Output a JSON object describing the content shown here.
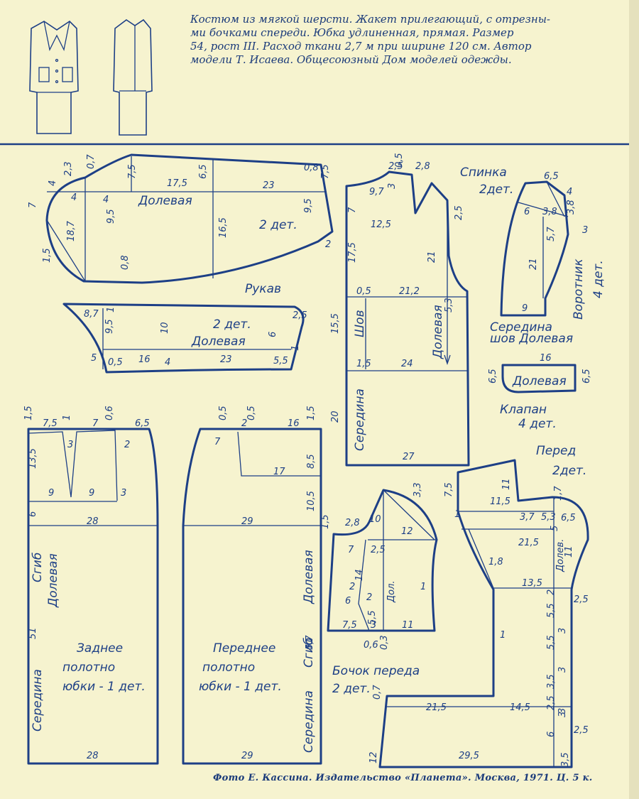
{
  "description_lines": [
    "Костюм из мягкой шерсти. Жакет прилегающий, с отрезны-",
    "ми бочками спереди. Юбка удлиненная, прямая. Размер",
    "54, рост III. Расход ткани 2,7 м при ширине 120 см. Автор",
    "модели Т. Исаева. Общесоюзный Дом моделей одежды."
  ],
  "footer": "Фото Е. Кассина. Издательство «Планета». Москва, 1971. Ц. 5 к.",
  "colors": {
    "ink": "#1d3f86",
    "paper": "#f6f3cf"
  },
  "pieces": {
    "sleeve_upper": {
      "grain": "Долевая",
      "count": "2 дет.",
      "name": "Рукав",
      "nums": [
        "4",
        "2,3",
        "0,7",
        "7,5",
        "17,5",
        "6,5",
        "23",
        "0,8",
        "7,5",
        "7",
        "4",
        "4",
        "9,5",
        "18,7",
        "16,5",
        "9,5",
        "2",
        "1,5",
        "0,8"
      ]
    },
    "sleeve_lower": {
      "count": "2 дет.",
      "grain": "Долевая",
      "nums": [
        "8,7",
        "1",
        "9,5",
        "10",
        "2,5",
        "6",
        "5",
        "0,5",
        "16",
        "4",
        "23",
        "5,5",
        "1"
      ]
    },
    "back": {
      "title": "Спинка",
      "count": "2дет.",
      "seam": "Шов",
      "grain": "Долевая",
      "middle": "Середина",
      "nums": [
        "2,5",
        "0,5",
        "2,8",
        "9,7",
        "3",
        "7",
        "2,5",
        "12,5",
        "17,5",
        "21",
        "0,5",
        "21,2",
        "5,3",
        "15,5",
        "1,5",
        "24",
        "20",
        "27"
      ]
    },
    "collar": {
      "title": "Воротник",
      "count": "4 дет.",
      "middle": "Середина",
      "seam": "шов Долевая",
      "nums": [
        "6,5",
        "4",
        "6",
        "3,8",
        "3,8",
        "3",
        "5,7",
        "21",
        "9"
      ]
    },
    "flap": {
      "grain": "Долевая",
      "title": "Клапан",
      "count": "4 дет.",
      "nums": [
        "16",
        "6,5",
        "6,5"
      ]
    },
    "skirt_back": {
      "fold": "Сгиб",
      "grain": "Долевая",
      "middle": "Середина",
      "title_lines": [
        "Заднее",
        "полотно",
        "юбки - 1 дет."
      ],
      "nums": [
        "1,5",
        "7,5",
        "1",
        "7",
        "0,6",
        "6,5",
        "3",
        "2",
        "13,5",
        "9",
        "9",
        "3",
        "6",
        "28",
        "51",
        "28"
      ]
    },
    "skirt_front": {
      "fold": "Сгиб",
      "grain": "Долевая",
      "middle": "Середина",
      "fold_num": "51",
      "title_lines": [
        "Переднее",
        "полотно",
        "юбки - 1 дет."
      ],
      "nums": [
        "0,5",
        "2",
        "0,5",
        "16",
        "1,5",
        "7",
        "17",
        "8,5",
        "10,5",
        "29",
        "29"
      ]
    },
    "side": {
      "title_lines": [
        "Бочок переда",
        "2 дет."
      ],
      "grain": "Дол.",
      "nums": [
        "3,3",
        "1,5",
        "2,8",
        "10",
        "12",
        "7",
        "2,5",
        "14",
        "2",
        "2",
        "6",
        "1",
        "7,5",
        "3",
        "5,5",
        "11",
        "0,7",
        "0,6",
        "0,3"
      ]
    },
    "front": {
      "title_lines": [
        "Перед",
        "2дет."
      ],
      "grain": "Долев.",
      "nums": [
        "7,5",
        "11",
        "1,7",
        "11,5",
        "1",
        "3,7",
        "5,3",
        "6,5",
        "5",
        "21,5",
        "1,8",
        "11",
        "13,5",
        "2,5",
        "2",
        "5,5",
        "3",
        "1",
        "5,5",
        "3",
        "3,5",
        "3",
        "0,7",
        "21,5",
        "14,5",
        "2,5",
        "3",
        "2,5",
        "6",
        "12",
        "29,5",
        "3,5"
      ]
    }
  }
}
